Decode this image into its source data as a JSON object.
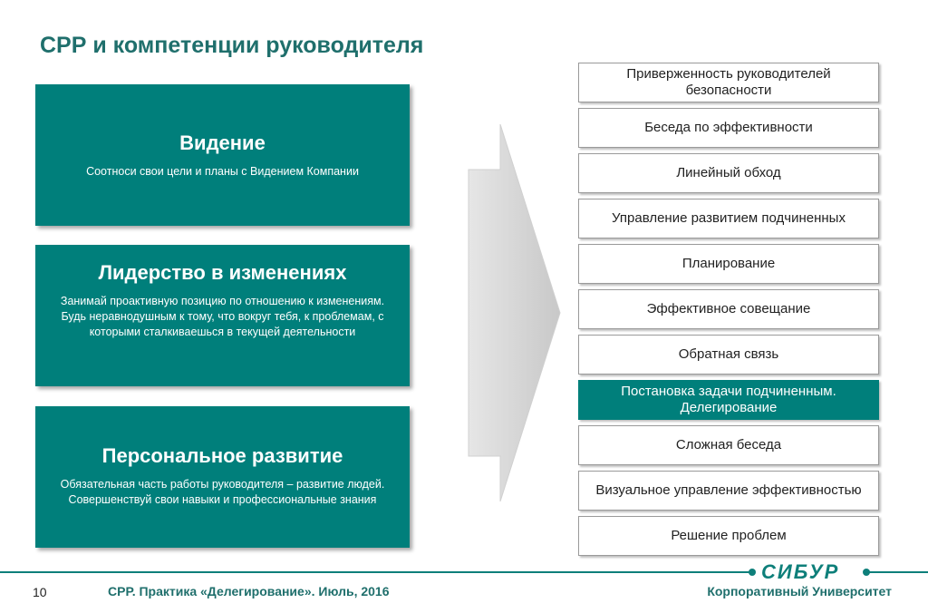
{
  "slide": {
    "title": "СРР и компетенции руководителя",
    "page_number": "10"
  },
  "left_boxes": [
    {
      "heading": "Видение",
      "text": "Соотноси свои цели и планы с Видением Компании"
    },
    {
      "heading": "Лидерство в изменениях",
      "text": "Занимай проактивную позицию по отношению к изменениям. Будь неравнодушным к тому, что вокруг тебя, к проблемам, с которыми сталкиваешься в текущей деятельности"
    },
    {
      "heading": "Персональное развитие",
      "text": "Обязательная часть работы руководителя – развитие людей.  Совершенствуй свои навыки и профессиональные знания"
    }
  ],
  "right_items": [
    {
      "label": "Приверженность руководителей безопасности"
    },
    {
      "label": "Беседа по эффективности"
    },
    {
      "label": "Линейный обход"
    },
    {
      "label": "Управление развитием подчиненных"
    },
    {
      "label": "Планирование"
    },
    {
      "label": "Эффективное совещание"
    },
    {
      "label": "Обратная связь"
    },
    {
      "label": "Постановка задачи подчиненным. Делегирование",
      "active": true
    },
    {
      "label": "Сложная беседа"
    },
    {
      "label": "Визуальное управление эффективностью"
    },
    {
      "label": "Решение проблем"
    }
  ],
  "footer": {
    "text": "СРР. Практика «Делегирование». Июль, 2016",
    "logo": "СИБУР",
    "university": "Корпоративный Университет"
  },
  "colors": {
    "accent": "#007f7b",
    "title": "#1f6f6c"
  },
  "icons": {
    "arrow": "right-chevron-arrow-shape"
  }
}
